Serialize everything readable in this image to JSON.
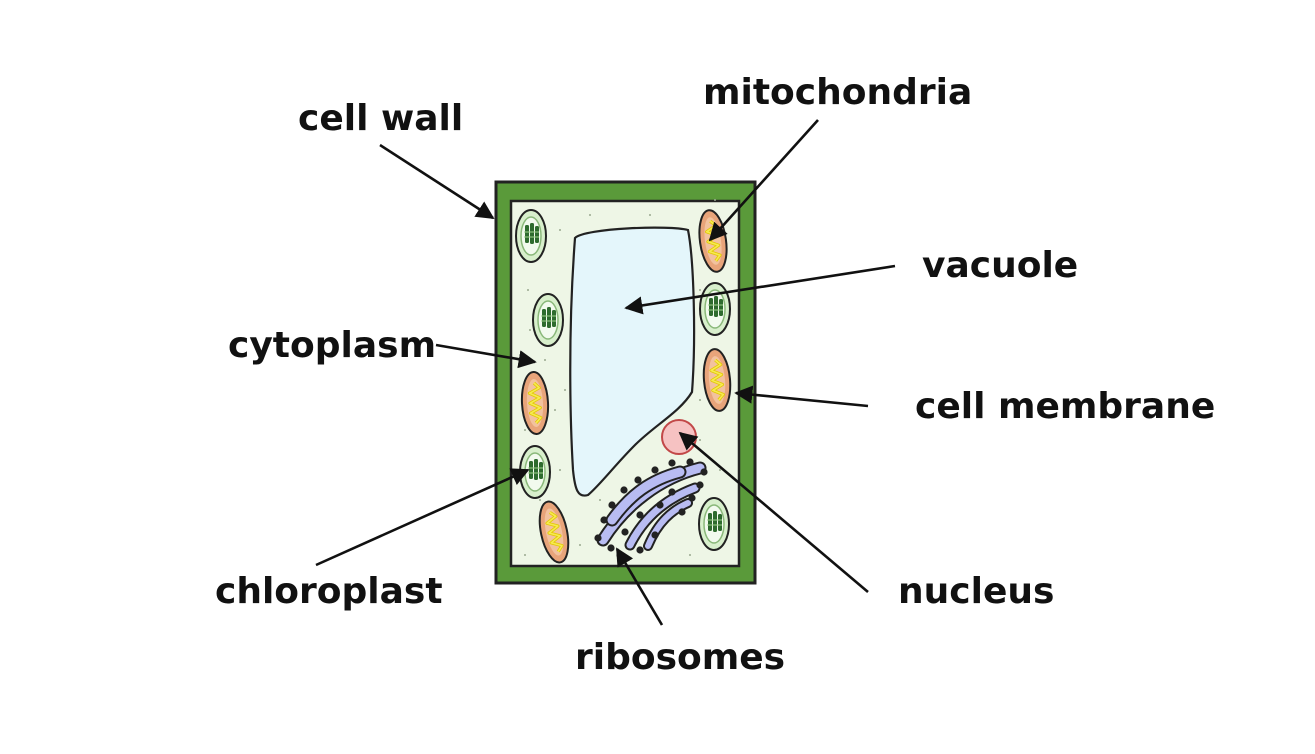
{
  "labels": {
    "cell_wall": "cell wall",
    "mitochondria": "mitochondria",
    "vacuole": "vacuole",
    "cytoplasm": "cytoplasm",
    "cell_membrane": "cell membrane",
    "chloroplast": "chloroplast",
    "nucleus": "nucleus",
    "ribosomes": "ribosomes"
  },
  "colors": {
    "cell_wall": "#5a9a3a",
    "cytoplasm": "#eef6e6",
    "vacuole": "#e4f6fb",
    "nucleus": "#f6c2c2",
    "mitochondria": "#e8a47a",
    "mitochondria_cristae": "#f0e040",
    "chloroplast": "#d8efcc",
    "er": "#b8bcf2",
    "outline": "#222222"
  }
}
